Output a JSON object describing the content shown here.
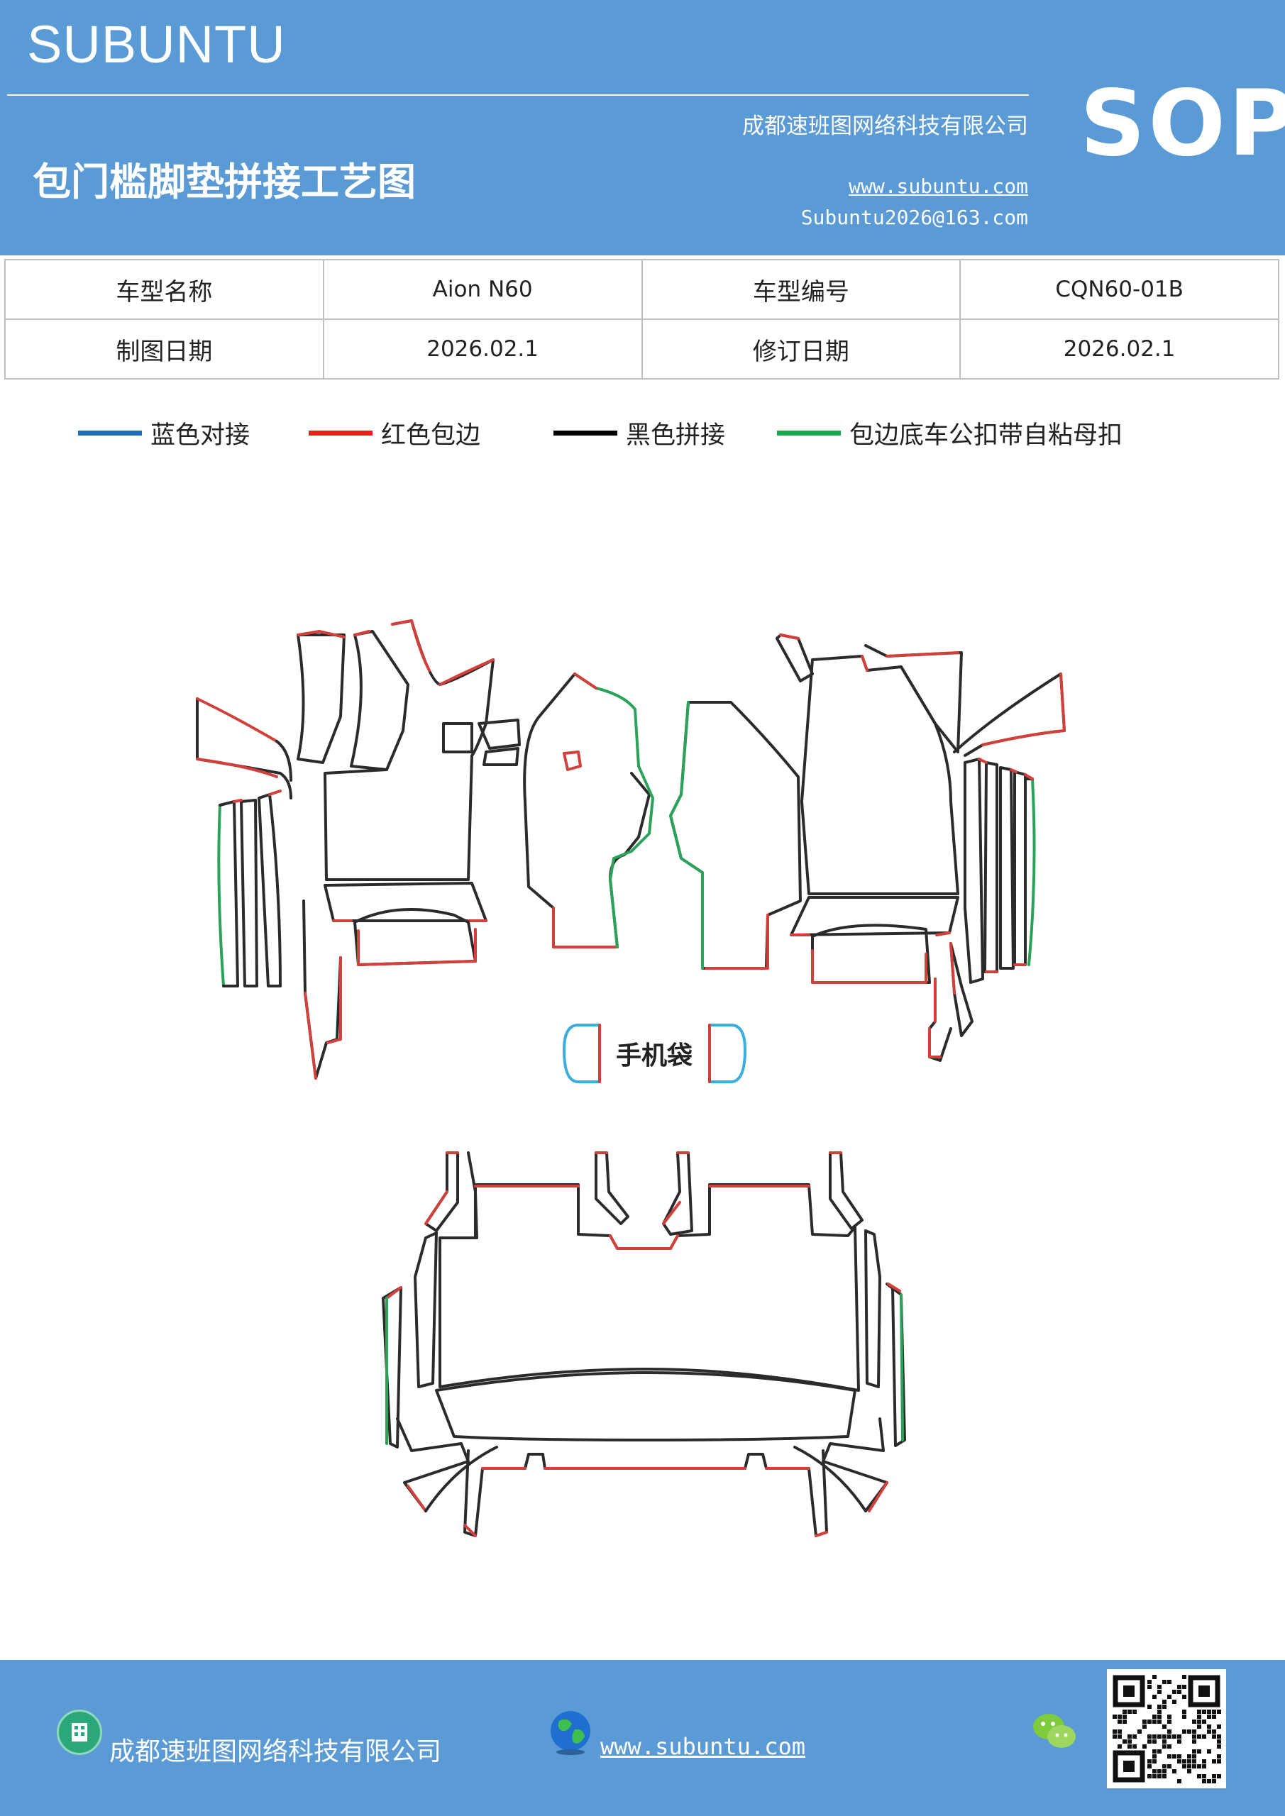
{
  "header": {
    "brand": "SUBUNTU",
    "title": "包门槛脚垫拼接工艺图",
    "company": "成都速班图网络科技有限公司",
    "website": "www.subuntu.com",
    "email": "Subuntu2026@163.com",
    "badge": "SOP"
  },
  "info_table": {
    "row1": [
      "车型名称",
      "Aion  N60",
      "车型编号",
      "CQN60-01B"
    ],
    "row2": [
      "制图日期",
      "2026.02.1",
      "修订日期",
      "2026.02.1"
    ]
  },
  "legend": [
    {
      "label": "蓝色对接",
      "color": "#1f6fb8"
    },
    {
      "label": "红色包边",
      "color": "#ee1c1c"
    },
    {
      "label": "黑色拼接",
      "color": "#000000"
    },
    {
      "label": "包边底车公扣带自粘母扣",
      "color": "#1aa64a"
    }
  ],
  "diagram": {
    "phone_pocket_label": "手机袋",
    "stroke_colors": {
      "black": "#2b2b2b",
      "red": "#d2403c",
      "green": "#2aa35a",
      "blue": "#3aaedc"
    }
  },
  "footer": {
    "company": "成都速班图网络科技有限公司",
    "website": "www.subuntu.com ",
    "icons": [
      "building-icon",
      "globe-icon",
      "wechat-icon",
      "qr-code"
    ]
  }
}
